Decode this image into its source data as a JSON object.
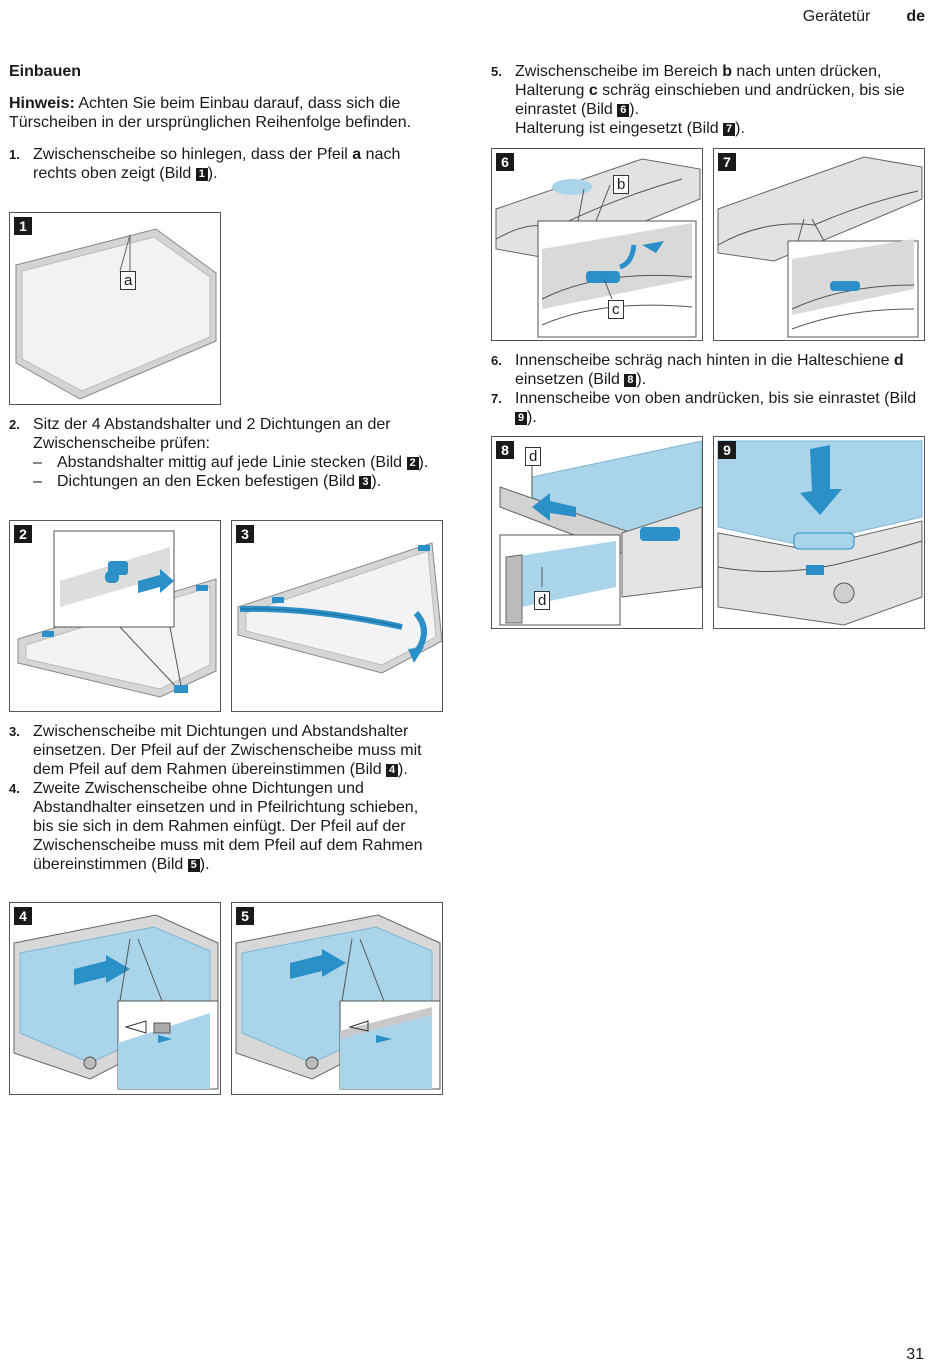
{
  "header": {
    "section": "Gerätetür",
    "lang": "de"
  },
  "page_number": "31",
  "left": {
    "heading": "Einbauen",
    "note_label": "Hinweis:",
    "note_text": " Achten Sie beim Einbau darauf, dass sich die Türscheiben in der ursprünglichen Reihenfolge befinden.",
    "step1": {
      "num": "1.",
      "text_a": "Zwischenscheibe so hinlegen, dass der Pfeil ",
      "key": "a",
      "text_b": " nach rechts oben zeigt (Bild ",
      "ref": "1",
      "text_c": ")."
    },
    "step2": {
      "num": "2.",
      "text": "Sitz der 4 Abstandshalter und 2 Dichtungen an der Zwischenscheibe prüfen:"
    },
    "dash1": {
      "mark": "–",
      "text_a": "Abstandshalter mittig auf jede Linie stecken (Bild ",
      "ref": "2",
      "text_b": ")."
    },
    "dash2": {
      "mark": "–",
      "text_a": "Dichtungen an den Ecken befestigen (Bild ",
      "ref": "3",
      "text_b": ")."
    },
    "step3": {
      "num": "3.",
      "text_a": "Zwischenscheibe mit Dichtungen und Abstandshalter einsetzen. Der Pfeil auf der Zwischenscheibe muss mit dem Pfeil auf dem Rahmen übereinstimmen (Bild ",
      "ref": "4",
      "text_b": ")."
    },
    "step4": {
      "num": "4.",
      "text_a": "Zweite Zwischenscheibe ohne Dichtungen und Abstandhalter einsetzen und in Pfeilrichtung schieben, bis sie sich in dem Rahmen einfügt. Der Pfeil auf der Zwischenscheibe muss mit dem Pfeil auf dem Rahmen übereinstimmen (Bild ",
      "ref": "5",
      "text_b": ")."
    }
  },
  "right": {
    "step5": {
      "num": "5.",
      "text_a": "Zwischenscheibe im Bereich ",
      "key_b": "b",
      "text_b": " nach unten drücken, Halterung ",
      "key_c": "c",
      "text_c": " schräg einschieben und andrücken, bis sie einrastet (Bild ",
      "ref6": "6",
      "text_d": ").",
      "text_e": "Halterung ist eingesetzt (Bild ",
      "ref7": "7",
      "text_f": ")."
    },
    "step6": {
      "num": "6.",
      "text_a": "Innenscheibe schräg nach hinten in die Halteschiene ",
      "key": "d",
      "text_b": " einsetzen (Bild ",
      "ref": "8",
      "text_c": ")."
    },
    "step7": {
      "num": "7.",
      "text_a": "Innenscheibe von oben andrücken, bis sie einrastet (Bild ",
      "ref": "9",
      "text_b": ")."
    }
  },
  "figures": {
    "f1": {
      "badge": "1",
      "label": "a"
    },
    "f2": {
      "badge": "2"
    },
    "f3": {
      "badge": "3"
    },
    "f4": {
      "badge": "4"
    },
    "f5": {
      "badge": "5"
    },
    "f6": {
      "badge": "6",
      "label_b": "b",
      "label_c": "c"
    },
    "f7": {
      "badge": "7"
    },
    "f8": {
      "badge": "8",
      "label_d1": "d",
      "label_d2": "d"
    },
    "f9": {
      "badge": "9"
    }
  },
  "colors": {
    "glass_blue": "#a9d4ea",
    "accent_blue": "#2b8fc8",
    "frame_grey": "#cfcfcf",
    "badge": "#1a1a1a"
  }
}
